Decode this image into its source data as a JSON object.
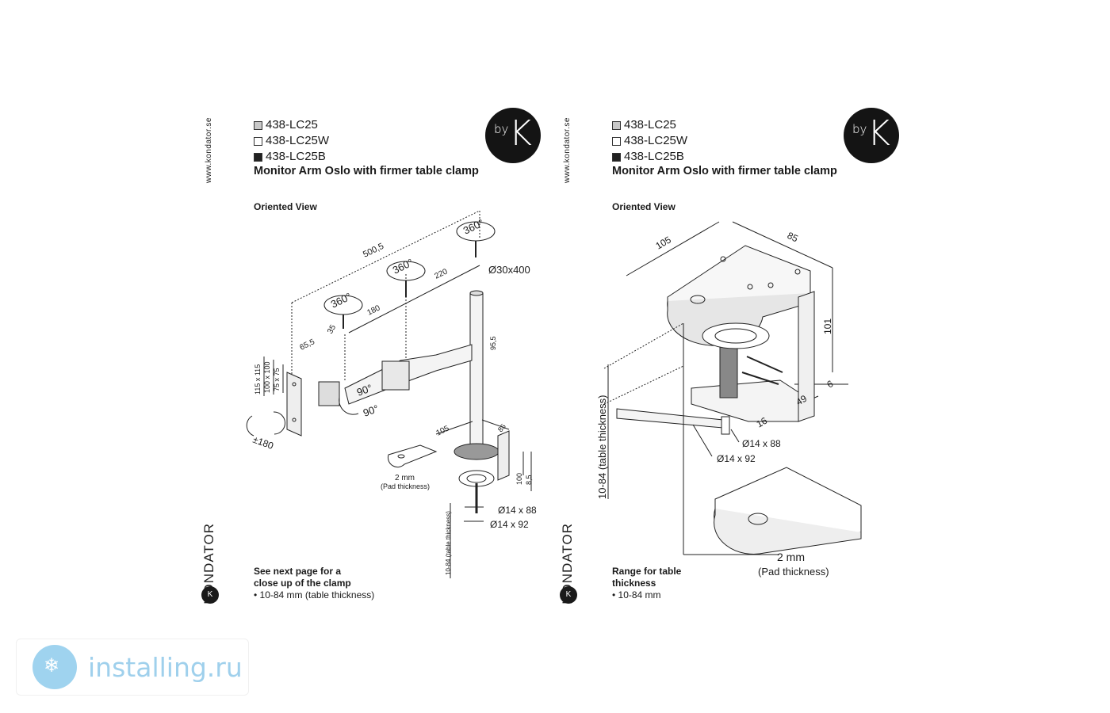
{
  "left": {
    "website": "www.kondator.se",
    "brand": "KONDATOR",
    "codes": [
      {
        "swatch": "grey",
        "label": "438-LC25"
      },
      {
        "swatch": "white",
        "label": "438-LC25W"
      },
      {
        "swatch": "black",
        "label": "438-LC25B"
      }
    ],
    "title": "Monitor Arm Oslo with firmer table clamp",
    "logo_by": "by",
    "logo_k": "K",
    "subheading": "Oriented View",
    "note_line1": "See next page for a",
    "note_line2": "close up of the clamp",
    "note_line3": "• 10-84 mm (table thickness)",
    "dims": {
      "d500": "500,5",
      "d220": "220",
      "d180": "180",
      "d35": "35",
      "d655": "65,5",
      "rot1": "360°",
      "rot2": "360°",
      "rot3": "360°",
      "pole": "Ø30x400",
      "v115": "115 x 115",
      "v100": "100 x 100",
      "v75": "75 x 75",
      "v955": "95,5",
      "tilt1": "90°",
      "tilt2": "90°",
      "swivel": "±180",
      "c105": "105",
      "c85": "85",
      "c100": "100",
      "c85b": "8,5",
      "pad": "2 mm",
      "pad2": "(Pad thickness)",
      "w88": "Ø14 x 88",
      "w92": "Ø14 x 92",
      "range": "10-84 (table thickness)"
    }
  },
  "right": {
    "website": "www.kondator.se",
    "brand": "KONDATOR",
    "codes": [
      {
        "swatch": "grey",
        "label": "438-LC25"
      },
      {
        "swatch": "white",
        "label": "438-LC25W"
      },
      {
        "swatch": "black",
        "label": "438-LC25B"
      }
    ],
    "title": "Monitor Arm Oslo with firmer table clamp",
    "logo_by": "by",
    "logo_k": "K",
    "subheading": "Oriented View",
    "note_line1": "Range for table",
    "note_line2": "thickness",
    "note_line3": "• 10-84 mm",
    "dims": {
      "d105": "105",
      "d85": "85",
      "d101": "101",
      "d49": "49",
      "d6": "6",
      "d16": "16",
      "w88": "Ø14 x 88",
      "w92": "Ø14 x 92",
      "range": "10-84 (table thickness)",
      "pad": "2 mm",
      "pad2": "(Pad thickness)"
    }
  },
  "watermark": {
    "text": "installing.ru"
  },
  "colors": {
    "ink": "#1a1a1a",
    "watermark": "#9fd0ec"
  }
}
